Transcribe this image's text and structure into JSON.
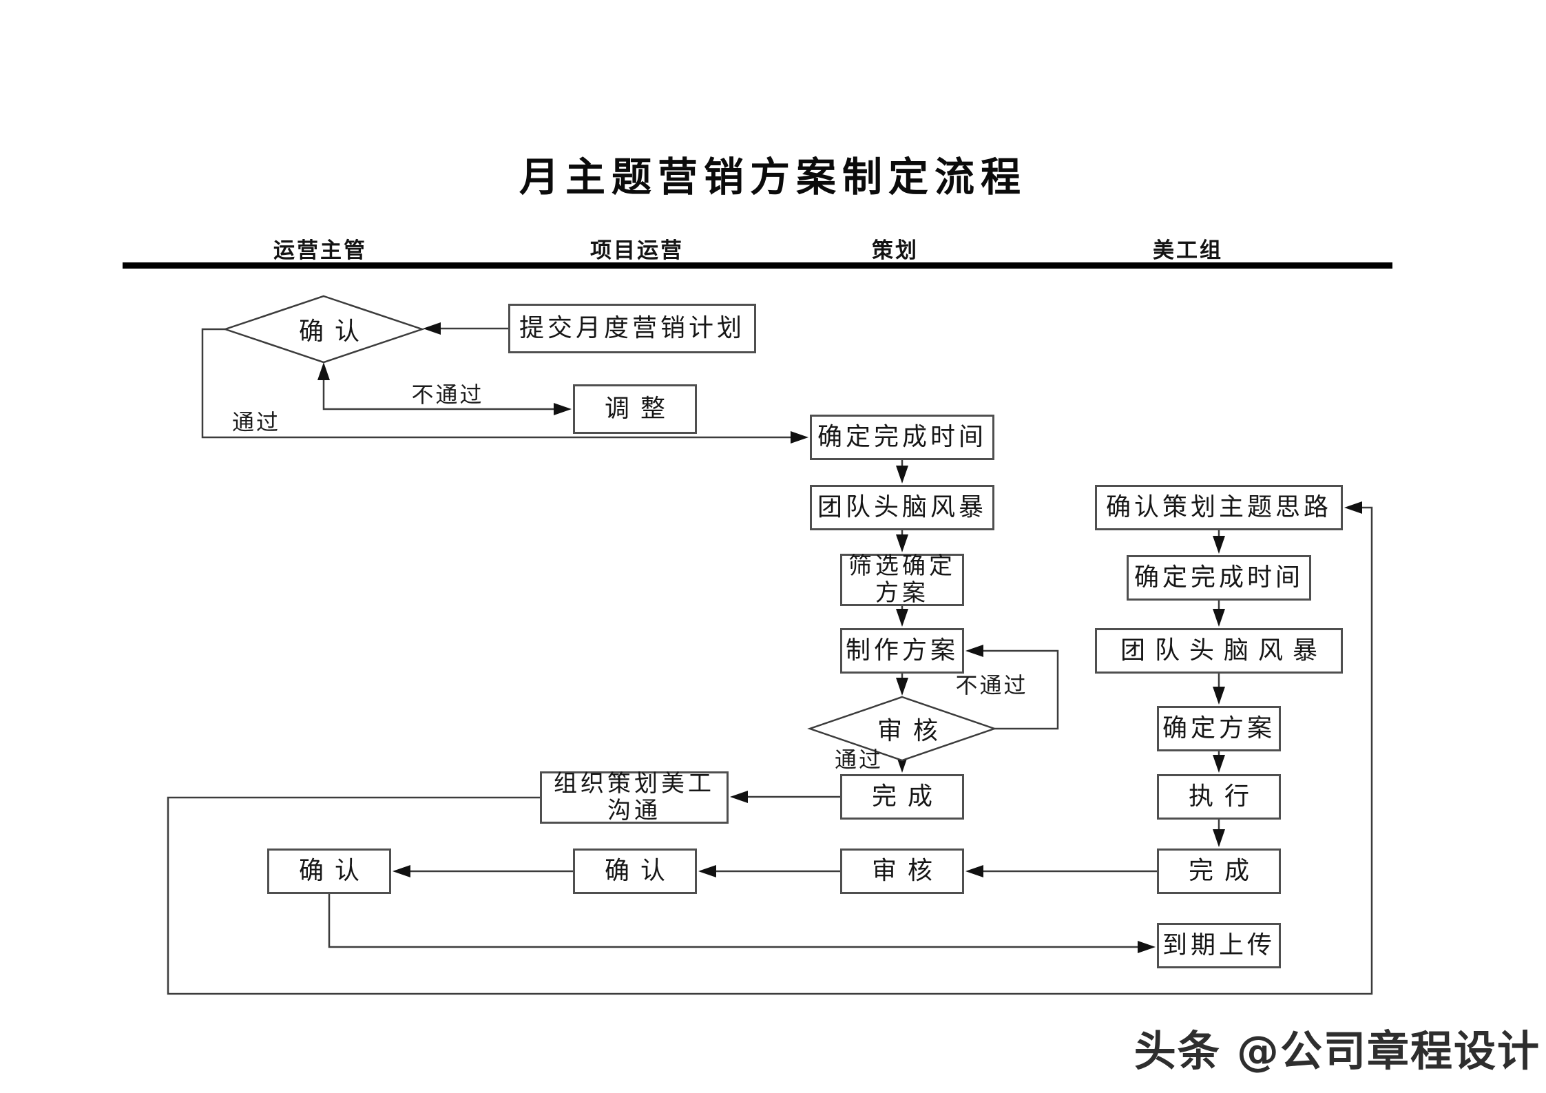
{
  "title": "月主题营销方案制定流程",
  "lanes": [
    {
      "label": "运营主管"
    },
    {
      "label": "项目运营"
    },
    {
      "label": "策划"
    },
    {
      "label": "美工组"
    }
  ],
  "nodes": {
    "confirm1": {
      "label": "确认",
      "type": "decision"
    },
    "submit_plan": {
      "label": "提交月度营销计划",
      "type": "process"
    },
    "adjust": {
      "label": "调整",
      "type": "process"
    },
    "set_deadline": {
      "label": "确定完成时间",
      "type": "process"
    },
    "brainstorm": {
      "label": "团队头脑风暴",
      "type": "process"
    },
    "screen_plan": {
      "line1": "筛选确定",
      "line2": "方案",
      "type": "process"
    },
    "make_plan": {
      "label": "制作方案",
      "type": "process"
    },
    "review1": {
      "label": "审核",
      "type": "decision"
    },
    "done1": {
      "label": "完成",
      "type": "process"
    },
    "organize": {
      "line1": "组织策划美工",
      "line2": "沟通",
      "type": "process"
    },
    "review2": {
      "label": "审核",
      "type": "process"
    },
    "confirm2": {
      "label": "确认",
      "type": "process"
    },
    "confirm3": {
      "label": "确认",
      "type": "process"
    },
    "art_confirm_theme": {
      "label": "确认策划主题思路",
      "type": "process"
    },
    "art_set_deadline": {
      "label": "确定完成时间",
      "type": "process"
    },
    "art_brainstorm": {
      "label": "团队头脑风暴",
      "type": "process"
    },
    "art_decide_plan": {
      "label": "确定方案",
      "type": "process"
    },
    "execute": {
      "label": "执行",
      "type": "process"
    },
    "done2": {
      "label": "完成",
      "type": "process"
    },
    "upload": {
      "label": "到期上传",
      "type": "process"
    }
  },
  "edge_labels": {
    "fail_top": "不通过",
    "pass_top": "通过",
    "fail_mid": "不通过",
    "pass_mid": "通过"
  },
  "watermark": "头条 @公司章程设计",
  "colors": {
    "wire": "#3c3c3c",
    "arrowhead": "#111111",
    "box_border": "#4f4f4f",
    "rule": "#000000",
    "text": "#161616"
  }
}
